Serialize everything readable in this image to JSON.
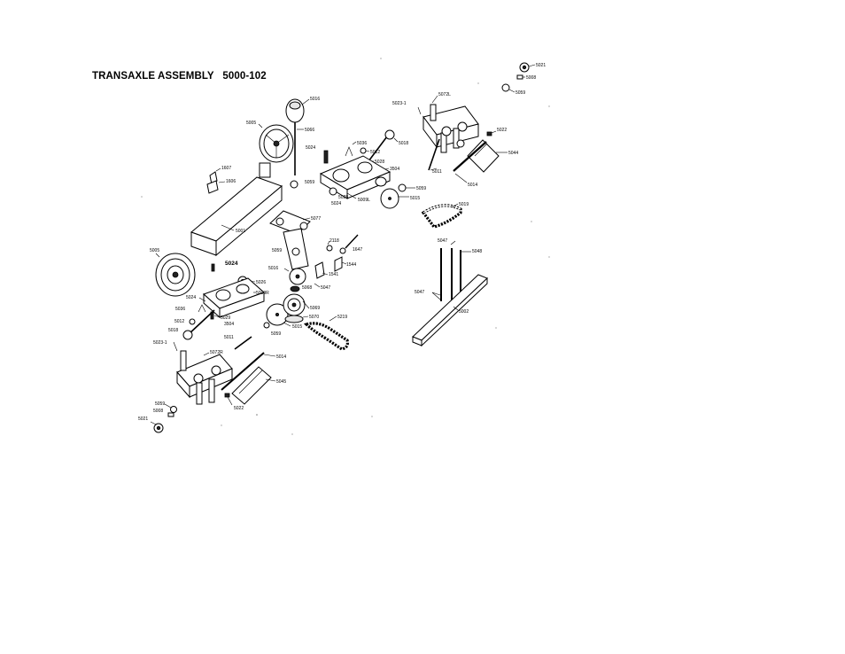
{
  "title": "TRANSAXLE ASSEMBLY   5000-102",
  "part_labels": {
    "5021_top": "5021",
    "5008_top": "5008",
    "5059_top": "5059",
    "5023_1_top": "5023-1",
    "5072L": "5072L",
    "5016_top": "5016",
    "5005_top": "5005",
    "5066_top": "5066",
    "5024_top": "5024",
    "5036_top": "5036",
    "5018_top": "5018",
    "5012_top": "5012",
    "5022_top": "5022",
    "5044_top": "5044",
    "5028_top": "5028",
    "3504_top": "3504",
    "5011_top": "5011",
    "1607": "1607",
    "1606": "1606",
    "5059_mid": "5059",
    "5059_mid2": "5059",
    "5014_top": "5014",
    "5028_mid": "5028",
    "5009L": "5009L",
    "5024_mid": "5024",
    "5015_top": "5015",
    "5019_top": "5019",
    "5001": "5001",
    "5077": "5077",
    "2118": "2118",
    "1647": "1647",
    "5047_top": "5047",
    "5048": "5048",
    "5005_left": "5005",
    "5059_left": "5059",
    "1544": "1544",
    "1541": "1541",
    "5024_bold": "5024",
    "5016_mid": "5016",
    "5026": "5026",
    "5009R": "5009R",
    "5068": "5068",
    "5047_mid": "5047",
    "5047_right": "5047",
    "5002_right": "5002",
    "5024_left": "5024",
    "5069": "5069",
    "5036_left": "5036",
    "5029": "5029",
    "5070": "5070",
    "5219": "5219",
    "5012_left": "5012",
    "3504_left": "3504",
    "5015_left": "5015",
    "5018_left": "5018",
    "5059_low": "5059",
    "5011_left": "5011",
    "5023_1_left": "5023-1",
    "5072R": "5072R",
    "5014_left": "5014",
    "5045": "5045",
    "5022_left": "5022",
    "5059_bot": "5059",
    "5008_bot": "5008",
    "5021_bot": "5021"
  }
}
